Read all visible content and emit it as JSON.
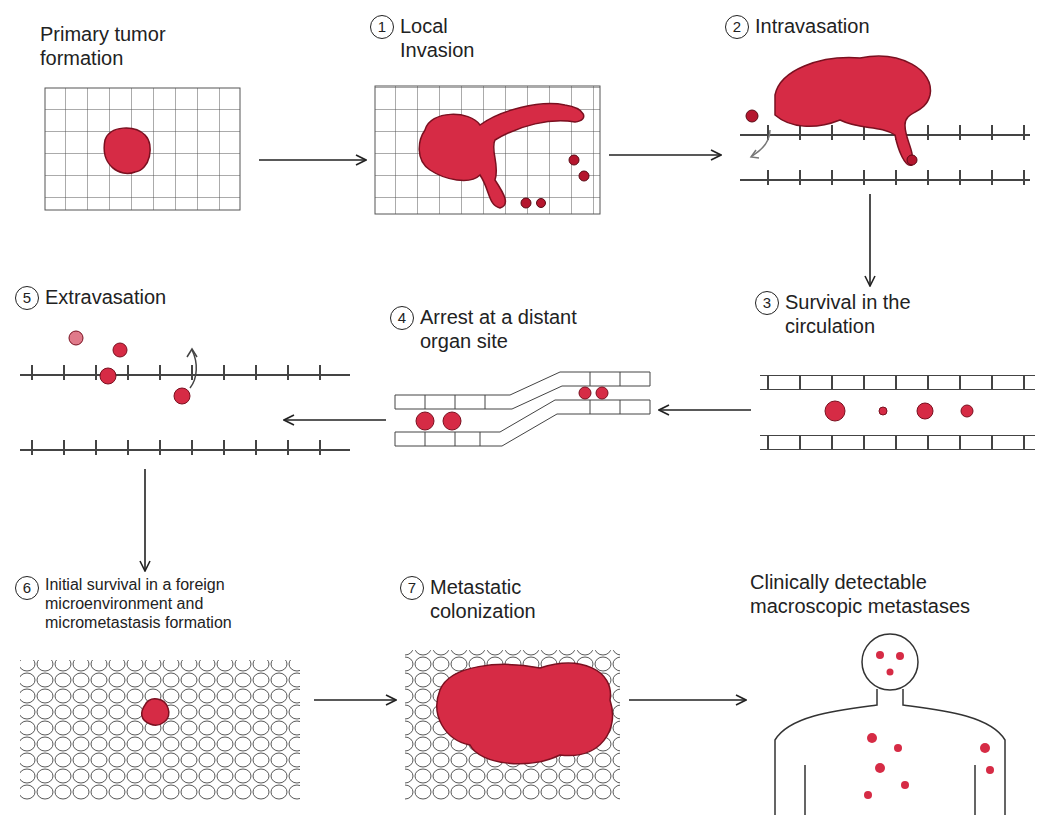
{
  "diagram": {
    "nodes": [
      {
        "text": [
          "Primary tumor formation"
        ]
      },
      {
        "text": [
          "1",
          "Local Invasion"
        ]
      },
      {
        "text": [
          "2",
          "Intravasation"
        ]
      },
      {
        "text": [
          "3",
          "Survival in the circulation"
        ]
      },
      {
        "text": [
          "4",
          "Arrest at a distant organ site"
        ]
      },
      {
        "text": [
          "5",
          "Extravasation"
        ]
      },
      {
        "text": [
          "6",
          "Initial survival in a foreign microenvironment and micrometastasis formation"
        ]
      },
      {
        "text": [
          "7",
          "Metastatic colonization"
        ]
      },
      {
        "text": [
          "Clinically detectable macroscopic metastases"
        ]
      }
    ],
    "edges": [
      {
        "from": 0,
        "to": 1,
        "arrow": "to"
      },
      {
        "from": 1,
        "to": 2,
        "arrow": "to"
      },
      {
        "from": 2,
        "to": 3,
        "arrow": "to"
      },
      {
        "from": 3,
        "to": 4,
        "arrow": "to"
      },
      {
        "from": 4,
        "to": 5,
        "arrow": "to"
      },
      {
        "from": 5,
        "to": 6,
        "arrow": "to"
      },
      {
        "from": 6,
        "to": 7,
        "arrow": "to"
      },
      {
        "from": 7,
        "to": 8,
        "arrow": "to"
      }
    ]
  }
}
